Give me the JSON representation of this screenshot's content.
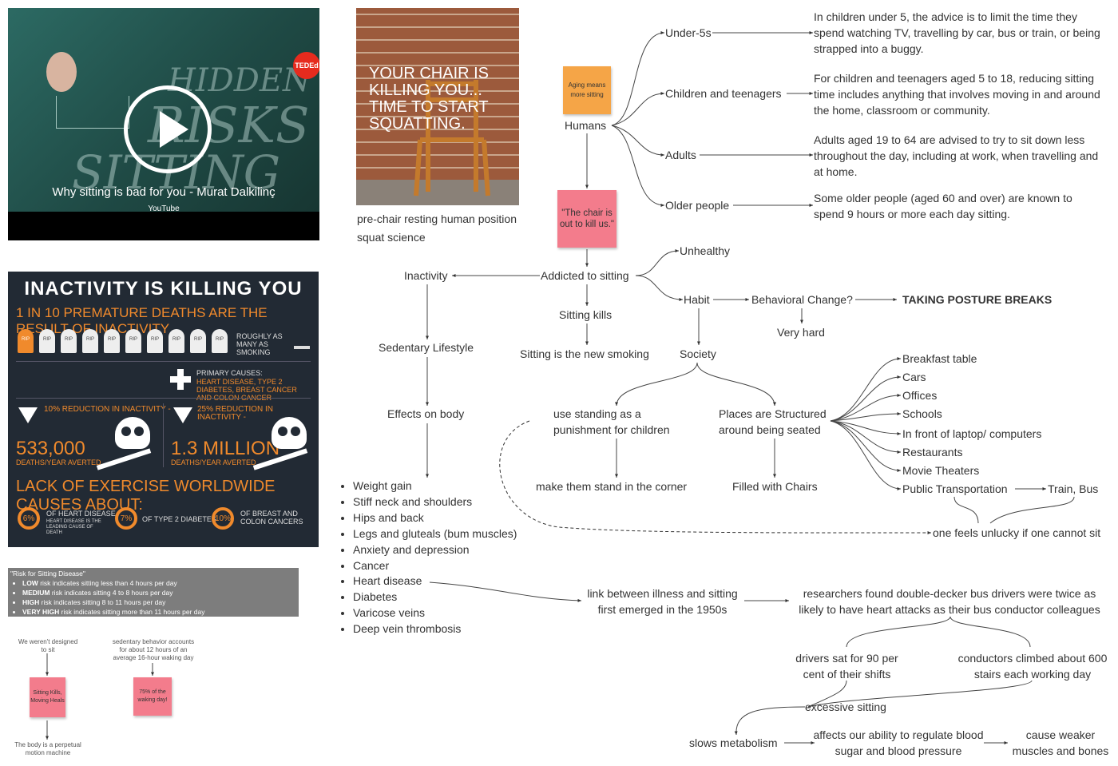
{
  "video": {
    "title": "Why sitting is bad for you - Murat Dalkilinç",
    "source": "YouTube",
    "badge": "TEDEd",
    "overlay_text": [
      "HIDDEN",
      "RISKS",
      "SITTING"
    ]
  },
  "chair_image": {
    "text": "YOUR CHAIR IS KILLING YOU... TIME TO START SQUATTING.",
    "caption": [
      "pre-chair resting human position",
      "squat science"
    ]
  },
  "infographic": {
    "title": "INACTIVITY IS KILLING YOU",
    "subtitle": "1 IN 10 PREMATURE DEATHS ARE THE RESULT OF INACTIVITY",
    "tomb_label": "RIP",
    "roughly": "ROUGHLY AS MANY AS SMOKING",
    "causes_title": "PRIMARY CAUSES:",
    "causes": "HEART DISEASE, TYPE 2 DIABETES, BREAST CANCER AND COLON CANCER",
    "reduction_left": "10% REDUCTION IN INACTIVITY -",
    "reduction_right": "25% REDUCTION IN INACTIVITY -",
    "num_left": "533,000",
    "num_right": "1.3 MILLION",
    "averted": "DEATHS/YEAR AVERTED",
    "lack": "LACK OF EXERCISE WORLDWIDE CAUSES ABOUT:",
    "stats": [
      {
        "pct": "6%",
        "label": "OF HEART DISEASE",
        "sub": "HEART DISEASE IS THE LEADING CAUSE OF DEATH"
      },
      {
        "pct": "7%",
        "label": "OF TYPE 2 DIABETES",
        "sub": ""
      },
      {
        "pct": "10%",
        "label": "OF BREAST AND COLON CANCERS",
        "sub": ""
      }
    ]
  },
  "risk": {
    "title": "\"Risk for Sitting Disease\"",
    "items": [
      {
        "level": "LOW",
        "rest": " risk indicates sitting less than 4 hours per day"
      },
      {
        "level": "MEDIUM",
        "rest": " risk indicates sitting 4 to 8 hours per day"
      },
      {
        "level": "HIGH",
        "rest": " risk indicates sitting 8 to 11 hours per day"
      },
      {
        "level": "VERY HIGH",
        "rest": " risk indicates sitting more than 11 hours per day"
      }
    ]
  },
  "small_notes": {
    "left_top": "We weren't designed to sit",
    "left_sticky": "Sitting Kills, Moving Heals",
    "left_bottom": "The body is a perpetual motion machine",
    "right_top": "sedentary behavior accounts for about 12 hours of an average 16-hour waking day",
    "right_sticky": "75% of the waking day!"
  },
  "stickies": {
    "aging": "Aging means more sitting",
    "chair": "\"The chair is out to kill us.\""
  },
  "map": {
    "humans": "Humans",
    "under5": "Under-5s",
    "children": "Children and teenagers",
    "adults": "Adults",
    "older": "Older people",
    "under5_text": "In children under 5, the advice is to limit the time they spend watching TV, travelling by car, bus or train, or being strapped into a buggy.",
    "children_text": "For children and teenagers aged 5 to 18, reducing sitting time includes anything that involves moving in and around the home, classroom or community.",
    "adults_text": "Adults aged 19 to 64 are advised to try to sit down less throughout the day, including at work, when travelling and at home.",
    "older_text": "Some older people (aged 60 and over) are known to spend 9 hours or more each day sitting.",
    "addicted": "Addicted to sitting",
    "inactivity": "Inactivity",
    "sedentary": "Sedentary Lifestyle",
    "effects": "Effects on body",
    "sitting_kills": "Sitting kills",
    "new_smoking": "Sitting is the new smoking",
    "unhealthy": "Unhealthy",
    "habit": "Habit",
    "behavioral": "Behavioral Change?",
    "posture": "TAKING POSTURE BREAKS",
    "very_hard": "Very hard",
    "society": "Society",
    "standing": "use standing as a punishment for children",
    "corner": "make them stand in the corner",
    "places": "Places are Structured around being seated",
    "chairs": "Filled with Chairs",
    "place_items": [
      "Breakfast table",
      "Cars",
      "Offices",
      "Schools",
      "In front of laptop/ computers",
      "Restaurants",
      "Movie Theaters",
      "Public Transportation"
    ],
    "train": "Train, Bus",
    "unlucky": "one feels unlucky if one cannot sit",
    "effects_list": [
      "Weight gain",
      "Stiff neck and shoulders",
      "Hips and back",
      "Legs and gluteals (bum muscles)",
      "Anxiety and depression",
      "Cancer",
      "Heart disease",
      "Diabetes",
      "Varicose veins",
      "Deep vein thrombosis"
    ],
    "link": "link between illness and sitting first emerged in the 1950s",
    "researchers": "researchers found double-decker bus drivers were twice as likely to have heart attacks as their bus conductor colleagues",
    "drivers": "drivers sat for 90 per cent of their shifts",
    "conductors": "conductors climbed about 600 stairs each working day",
    "excessive": "excessive sitting",
    "metabolism": "slows metabolism",
    "regulate": "affects our ability to regulate blood sugar and blood pressure",
    "weaker": "cause weaker muscles and bones"
  }
}
